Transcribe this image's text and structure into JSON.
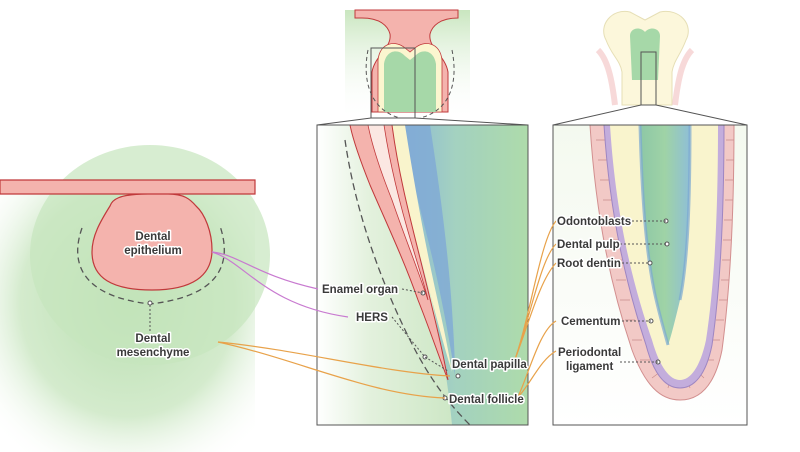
{
  "labels": {
    "dental_epithelium_1": "Dental",
    "dental_epithelium_2": "epithelium",
    "dental_mesenchyme_1": "Dental",
    "dental_mesenchyme_2": "mesenchyme",
    "enamel_organ": "Enamel organ",
    "hers": "HERS",
    "dental_papilla": "Dental papilla",
    "dental_follicle": "Dental follicle",
    "odontoblasts": "Odontoblasts",
    "dental_pulp": "Dental pulp",
    "root_dentin": "Root dentin",
    "cementum": "Cementum",
    "periodontal_1": "Periodontal",
    "periodontal_2": "ligament"
  },
  "colors": {
    "epithelium_pink": "#f4b3ad",
    "epithelium_outline": "#c0393b",
    "mesenchyme_green": "#bfe0b6",
    "pulp_green": "#9fd6a3",
    "odontoblast_blue": "#8fb6d8",
    "dentin_cream": "#f8f3c6",
    "cementum_purple": "#b7a3d3",
    "ligament_pink": "#f1c6c6",
    "leader_purple": "#c87ad0",
    "leader_orange": "#e8a24a"
  }
}
